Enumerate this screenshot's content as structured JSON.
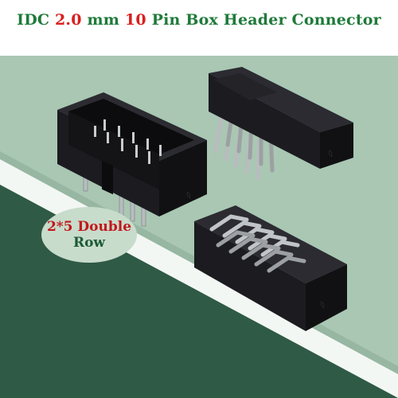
{
  "title": {
    "part1": "IDC ",
    "pitch": "2.0",
    "part2": " mm ",
    "pins": "10",
    "part3": " Pin Box Header Connector"
  },
  "badge": {
    "line1": "2*5 Double",
    "line2": "Row"
  },
  "colors": {
    "title_green": "#1f7a3a",
    "highlight_red": "#d91f1f",
    "light_green": "#a9c7b3",
    "dark_green": "#2f5a45",
    "connector_body": "#1b1b20",
    "pin_metal": "#b9bcbf"
  }
}
